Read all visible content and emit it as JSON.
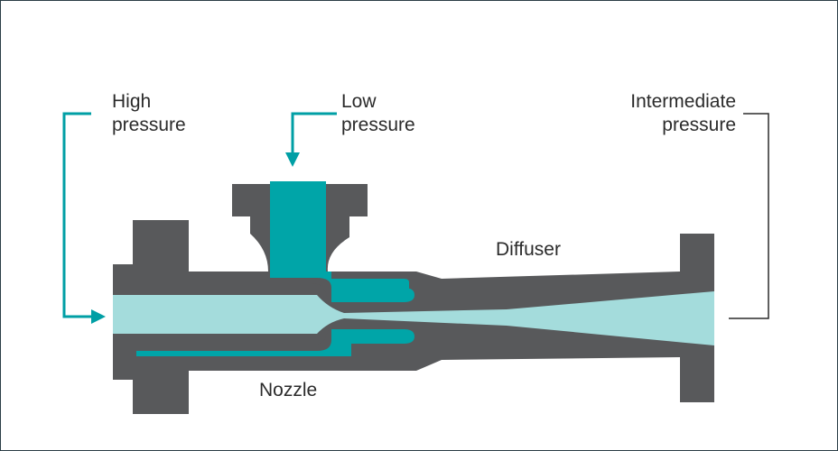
{
  "labels": {
    "high_pressure": "High\npressure",
    "low_pressure": "Low\npressure",
    "intermediate_pressure": "Intermediate\npressure",
    "diffuser": "Diffuser",
    "nozzle": "Nozzle"
  },
  "colors": {
    "body": "#58595b",
    "fluid": "#00a5a8",
    "jet": "#a4dcdc",
    "arrow": "#009fa5",
    "bracket": "#2b2b2b",
    "text": "#2b2b2b"
  }
}
